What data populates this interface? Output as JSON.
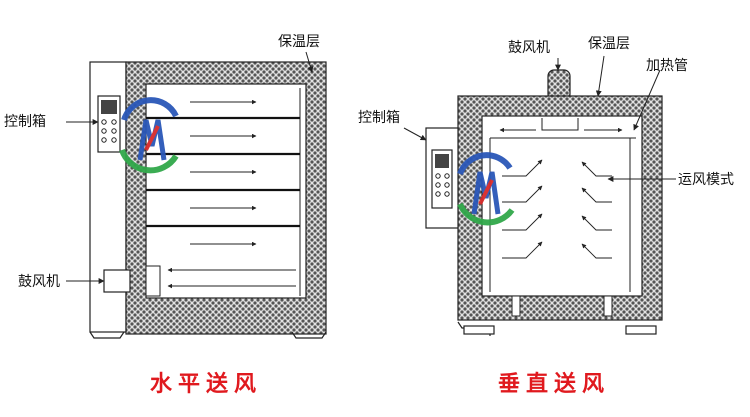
{
  "labels": {
    "left_control_box": "控制箱",
    "left_blower": "鼓风机",
    "left_insulation": "保温层",
    "right_blower": "鼓风机",
    "right_insulation": "保温层",
    "right_heating_tube": "加热管",
    "right_control_box": "控制箱",
    "right_air_mode": "运风模式"
  },
  "captions": {
    "left": "水平送风",
    "right": "垂直送风"
  },
  "colors": {
    "caption": "#e0191e",
    "outline": "#222222",
    "insulation_fill": "#d6d6d6",
    "logo_blue": "#2a57b8",
    "logo_green": "#31a84a",
    "logo_red": "#d82a2a"
  }
}
